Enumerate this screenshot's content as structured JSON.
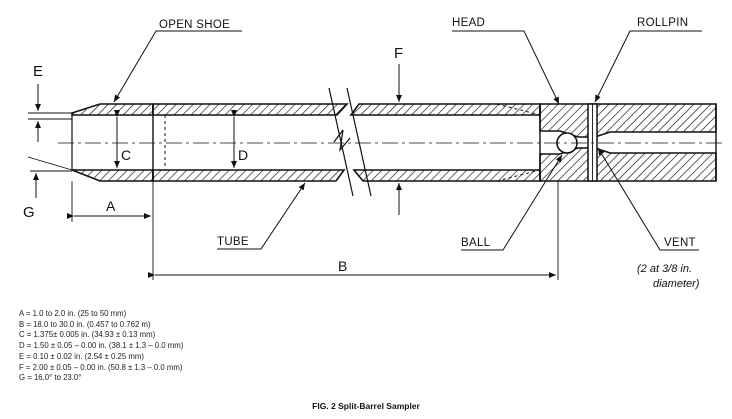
{
  "labels": {
    "open_shoe": "OPEN SHOE",
    "head": "HEAD",
    "rollpin": "ROLLPIN",
    "f": "F",
    "e": "E",
    "c": "C",
    "d": "D",
    "g": "G",
    "a": "A",
    "tube": "TUBE",
    "ball": "BALL",
    "vent": "VENT",
    "b": "B",
    "vent_note_line1": "(2 at 3/8 in.",
    "vent_note_line2": "diameter)"
  },
  "legend": [
    "A  =  1.0 to 2.0 in. (25 to 50 mm)",
    "B  =  18.0 to 30.0 in. (0.457 to 0.762 m)",
    "C  =  1.375± 0.005 in. (34.93 ± 0.13 mm)",
    "D  =  1.50 ± 0.05 – 0.00 in. (38.1 ± 1.3 – 0.0 mm)",
    "E  =  0.10 ± 0.02 in. (2.54 ± 0.25 mm)",
    "F  =  2.00 ± 0.05 – 0.00 in. (50.8 ± 1.3 – 0.0 mm)",
    "G  =  16.0° to 23.0°"
  ],
  "caption": "FIG. 2 Split-Barrel Sampler"
}
